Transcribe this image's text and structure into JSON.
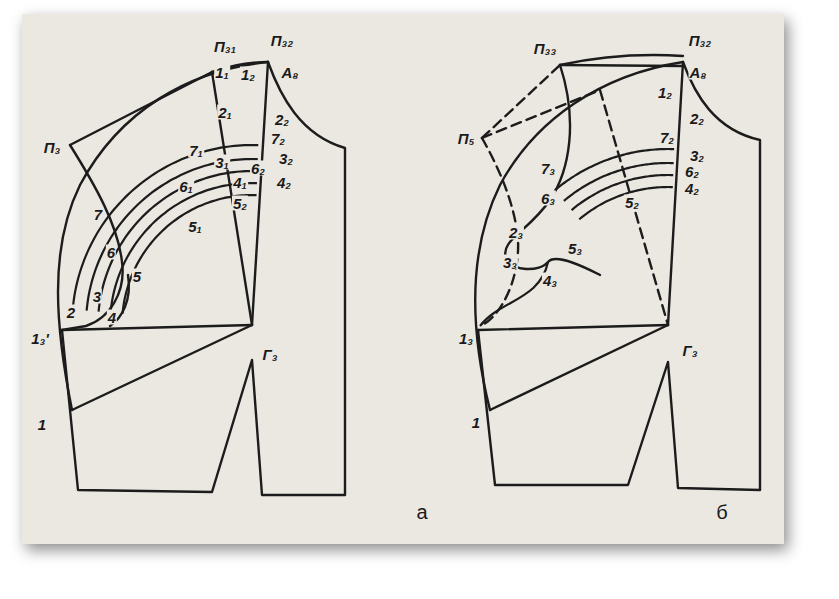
{
  "diagram": {
    "labels": [
      "П₃₂",
      "П₃₁",
      "1₁",
      "1₂",
      "А₈",
      "П₃",
      "2₁",
      "2₂",
      "7₁",
      "7₂",
      "3₁",
      "3₂",
      "4₁",
      "6₂",
      "6₁",
      "4₂",
      "5₁",
      "5₂",
      "7",
      "6",
      "5",
      "3",
      "2",
      "4",
      "1₃'",
      "1",
      "Г₃",
      "а",
      "П₃₂",
      "А₈",
      "П₃₃",
      "П₅",
      "1₂",
      "2₂",
      "7₂",
      "3₂",
      "6₂",
      "4₂",
      "7₃",
      "6₃",
      "5₂",
      "2₃",
      "3₃",
      "5₃",
      "4₃",
      "1₃",
      "1",
      "Г₃",
      "б"
    ]
  }
}
